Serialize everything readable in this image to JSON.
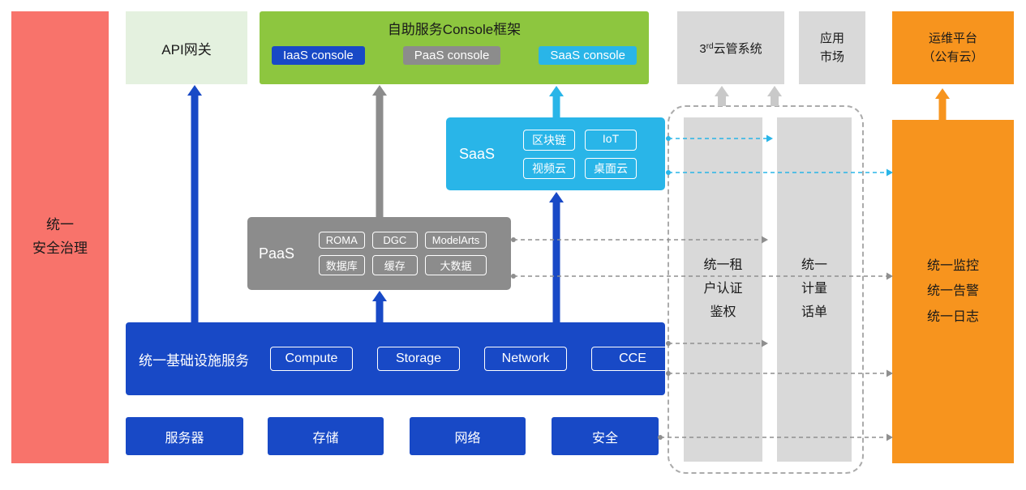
{
  "colors": {
    "blue": "#1849c6",
    "cyan": "#29b5e8",
    "green": "#8dc63f",
    "light_green": "#e4f1df",
    "gray": "#8c8c8c",
    "light_gray": "#d9d9d9",
    "orange": "#f7941e",
    "salmon": "#f8736b"
  },
  "security_bar": {
    "label": "统一\n安全治理"
  },
  "api_gateway": {
    "label": "API网关"
  },
  "console_framework": {
    "title": "自助服务Console框架",
    "items": [
      {
        "label": "IaaS console"
      },
      {
        "label": "PaaS console"
      },
      {
        "label": "SaaS console"
      }
    ]
  },
  "third_party_cloud": {
    "prefix": "3",
    "superscript": "rd",
    "suffix": "云管系统"
  },
  "app_market": {
    "label": "应用\n市场"
  },
  "om_platform": {
    "label": "运维平台\n（公有云）"
  },
  "saas": {
    "label": "SaaS",
    "items": [
      "区块链",
      "IoT",
      "视频云",
      "桌面云"
    ]
  },
  "paas": {
    "label": "PaaS",
    "items": [
      "ROMA",
      "DGC",
      "ModelArts",
      "数据库",
      "缓存",
      "大数据"
    ]
  },
  "infrastructure": {
    "label": "统一基础设施服务",
    "items": [
      "Compute",
      "Storage",
      "Network",
      "CCE"
    ]
  },
  "hardware": {
    "items": [
      "服务器",
      "存储",
      "网络",
      "安全"
    ]
  },
  "tenant_auth": {
    "label": "统一租\n户认证\n鉴权"
  },
  "metering": {
    "label": "统一\n计量\n话单"
  },
  "monitoring": {
    "label": "统一监控\n统一告警\n统一日志"
  }
}
